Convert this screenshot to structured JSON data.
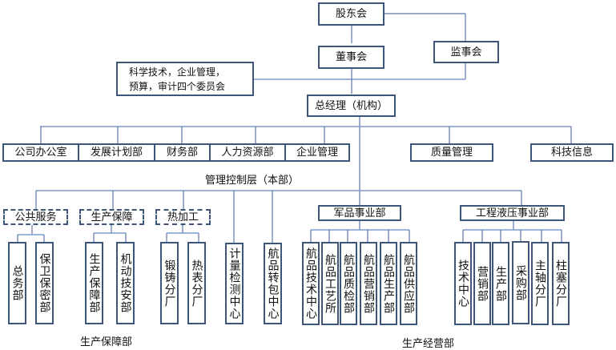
{
  "top": {
    "shareholders": "股东会",
    "board": "董事会",
    "supervisors": "监事会",
    "committees": [
      "科学技术，企业管理，",
      "预算，审计四个委员会"
    ],
    "gm": "总经理（机构）"
  },
  "management": {
    "departments": [
      "公司办公室",
      "发展计划部",
      "财务部",
      "人力资源部",
      "企业管理"
    ],
    "quality": "质量管理",
    "tech_info": "科技信息",
    "layer_label": "管理控制层（本部）"
  },
  "groups": {
    "public_service": {
      "title": "公共服务",
      "children": [
        "总务部",
        "保卫保密部"
      ]
    },
    "production_support": {
      "title": "生产保障",
      "children": [
        "生产保障部",
        "机动技安部"
      ]
    },
    "hot_processing": {
      "title": "热加工",
      "children": [
        "锻铸分厂",
        "热表分厂"
      ]
    },
    "metrology": "计量检测中心",
    "transfer": "航品转包中心",
    "military": {
      "title": "军品事业部",
      "children": [
        "航品技术中心",
        "航品工艺所",
        "航品质检部",
        "航品营销部",
        "航品生产部",
        "航品供应部"
      ]
    },
    "hydraulic": {
      "title": "工程液压事业部",
      "children": [
        "技术中心",
        "营销部",
        "生产部",
        "采购部",
        "主轴分厂",
        "柱塞分厂"
      ]
    }
  },
  "footer": {
    "support_label": "生产保障部",
    "operations_label": "生产经营部"
  }
}
